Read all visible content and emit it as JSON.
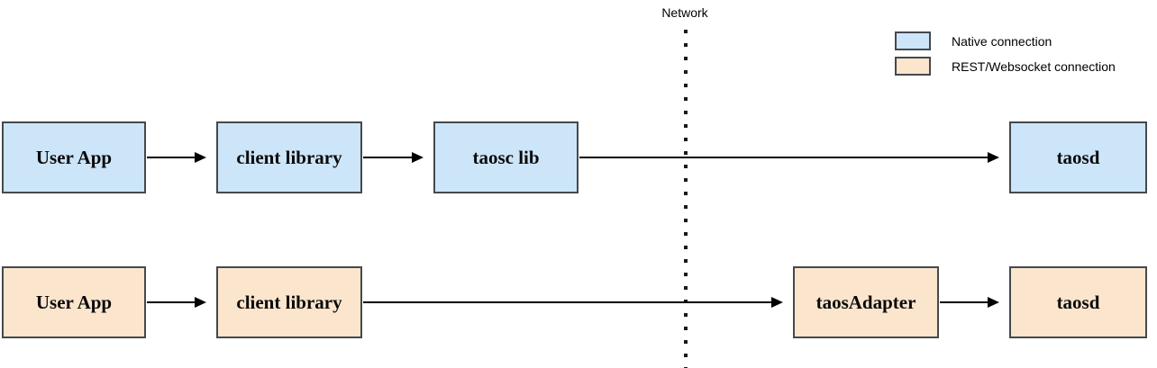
{
  "network": {
    "label": "Network"
  },
  "legend": {
    "items": [
      {
        "label": "Native connection",
        "color": "#cce5f9"
      },
      {
        "label": "REST/Websocket connection",
        "color": "#fbe5cd"
      }
    ]
  },
  "flows": {
    "native": {
      "connection_type": "Native connection",
      "color": "#cce5f9",
      "nodes": [
        {
          "label": "User App"
        },
        {
          "label": "client library"
        },
        {
          "label": "taosc lib"
        },
        {
          "label": "taosd"
        }
      ],
      "edges": [
        {
          "from": "User App",
          "to": "client library"
        },
        {
          "from": "client library",
          "to": "taosc lib"
        },
        {
          "from": "taosc lib",
          "to": "taosd"
        }
      ]
    },
    "rest": {
      "connection_type": "REST/Websocket connection",
      "color": "#fbe5cd",
      "nodes": [
        {
          "label": "User App"
        },
        {
          "label": "client library"
        },
        {
          "label": "taosAdapter"
        },
        {
          "label": "taosd"
        }
      ],
      "edges": [
        {
          "from": "User App",
          "to": "client library"
        },
        {
          "from": "client library",
          "to": "taosAdapter"
        },
        {
          "from": "taosAdapter",
          "to": "taosd"
        }
      ]
    }
  },
  "colors": {
    "box_border": "#45494d",
    "arrow": "#000000",
    "network_line": "#1a1a1a",
    "background": "#ffffff"
  }
}
